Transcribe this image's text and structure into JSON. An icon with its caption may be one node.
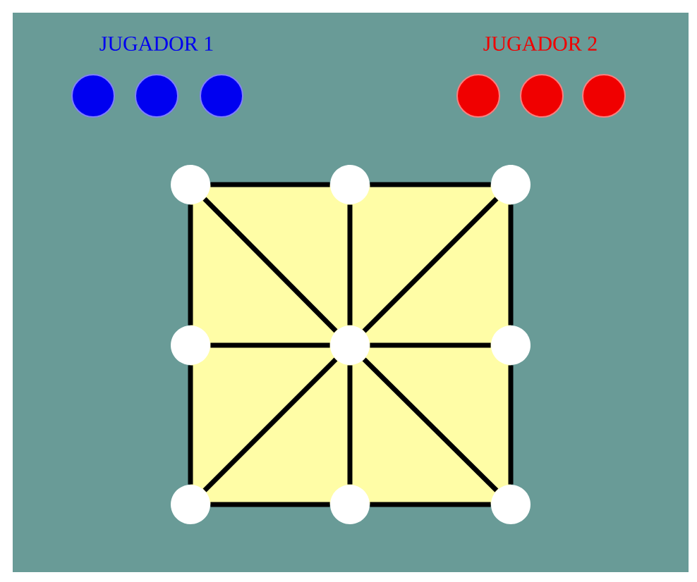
{
  "diagram": {
    "nodes": [
      {
        "text": [],
        "shape": "circle"
      },
      {
        "text": [],
        "shape": "circle"
      },
      {
        "text": [],
        "shape": "circle"
      },
      {
        "text": [],
        "shape": "circle"
      },
      {
        "text": [],
        "shape": "circle"
      },
      {
        "text": [],
        "shape": "circle"
      },
      {
        "text": [],
        "shape": "circle"
      },
      {
        "text": [],
        "shape": "circle"
      },
      {
        "text": [],
        "shape": "circle"
      },
      {
        "text": [],
        "shape": "circle"
      },
      {
        "text": [],
        "shape": "circle"
      },
      {
        "text": [],
        "shape": "circle"
      },
      {
        "text": [],
        "shape": "circle"
      },
      {
        "text": [],
        "shape": "circle"
      },
      {
        "text": [],
        "shape": "circle"
      }
    ],
    "edges": [
      {
        "from": 6,
        "to": 7,
        "arrow": "none"
      },
      {
        "from": 7,
        "to": 8,
        "arrow": "none"
      },
      {
        "from": 8,
        "to": 11,
        "arrow": "none"
      },
      {
        "from": 11,
        "to": 14,
        "arrow": "none"
      },
      {
        "from": 14,
        "to": 13,
        "arrow": "none"
      },
      {
        "from": 13,
        "to": 12,
        "arrow": "none"
      },
      {
        "from": 12,
        "to": 9,
        "arrow": "none"
      },
      {
        "from": 9,
        "to": 6,
        "arrow": "none"
      },
      {
        "from": 6,
        "to": 10,
        "arrow": "none"
      },
      {
        "from": 7,
        "to": 10,
        "arrow": "none"
      },
      {
        "from": 8,
        "to": 10,
        "arrow": "none"
      },
      {
        "from": 9,
        "to": 10,
        "arrow": "none"
      },
      {
        "from": 10,
        "to": 11,
        "arrow": "none"
      },
      {
        "from": 10,
        "to": 12,
        "arrow": "none"
      },
      {
        "from": 10,
        "to": 13,
        "arrow": "none"
      },
      {
        "from": 10,
        "to": 14,
        "arrow": "none"
      }
    ],
    "labels": [
      "JUGADOR 1",
      "JUGADOR 2"
    ]
  }
}
